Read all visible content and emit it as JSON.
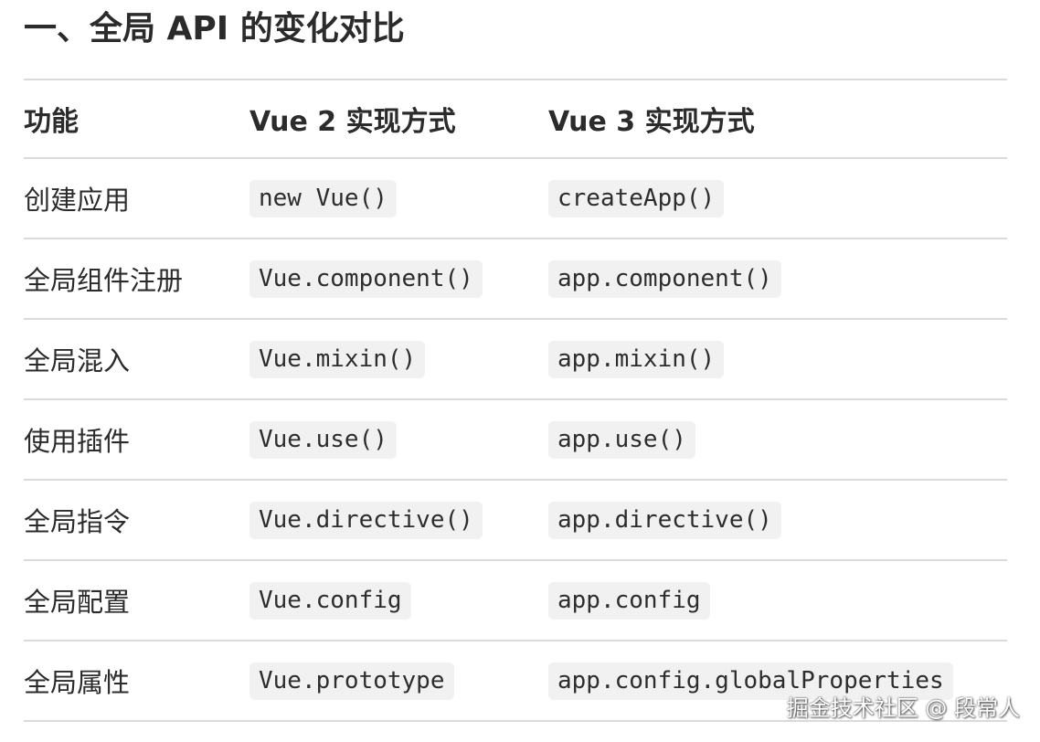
{
  "title": "一、全局 API 的变化对比",
  "table": {
    "headers": [
      "功能",
      "Vue 2 实现方式",
      "Vue 3 实现方式"
    ],
    "rows": [
      [
        "创建应用",
        "new Vue()",
        "createApp()"
      ],
      [
        "全局组件注册",
        "Vue.component()",
        "app.component()"
      ],
      [
        "全局混入",
        "Vue.mixin()",
        "app.mixin()"
      ],
      [
        "使用插件",
        "Vue.use()",
        "app.use()"
      ],
      [
        "全局指令",
        "Vue.directive()",
        "app.directive()"
      ],
      [
        "全局配置",
        "Vue.config",
        "app.config"
      ],
      [
        "全局属性",
        "Vue.prototype",
        "app.config.globalProperties"
      ]
    ]
  },
  "watermark": "掘金技术社区 @ 段常人"
}
